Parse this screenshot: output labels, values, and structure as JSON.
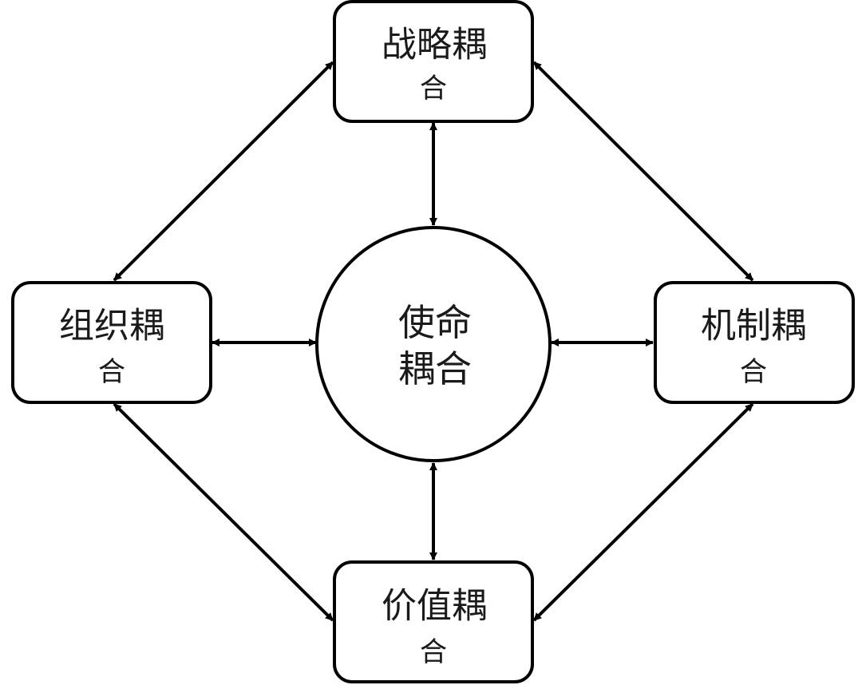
{
  "diagram": {
    "center": {
      "id": "mission",
      "line1": "使命",
      "line2": "耦合",
      "full": "使命耦合"
    },
    "nodes": [
      {
        "id": "strategy",
        "position": "top",
        "line1": "战略耦",
        "line2": "合",
        "full": "战略耦合"
      },
      {
        "id": "organization",
        "position": "left",
        "line1": "组织耦",
        "line2": "合",
        "full": "组织耦合"
      },
      {
        "id": "mechanism",
        "position": "right",
        "line1": "机制耦",
        "line2": "合",
        "full": "机制耦合"
      },
      {
        "id": "value",
        "position": "bottom",
        "line1": "价值耦",
        "line2": "合",
        "full": "价值耦合"
      }
    ],
    "edges": [
      {
        "from": "strategy",
        "to": "mission",
        "direction": "bidirectional"
      },
      {
        "from": "organization",
        "to": "mission",
        "direction": "bidirectional"
      },
      {
        "from": "mission",
        "to": "mechanism",
        "direction": "bidirectional"
      },
      {
        "from": "mission",
        "to": "value",
        "direction": "bidirectional"
      },
      {
        "from": "strategy",
        "to": "organization",
        "direction": "bidirectional"
      },
      {
        "from": "strategy",
        "to": "mechanism",
        "direction": "bidirectional"
      },
      {
        "from": "organization",
        "to": "value",
        "direction": "bidirectional"
      },
      {
        "from": "mechanism",
        "to": "value",
        "direction": "bidirectional"
      }
    ],
    "colors": {
      "stroke": "#000000",
      "fill": "#ffffff",
      "text": "#1a1a1a"
    }
  }
}
